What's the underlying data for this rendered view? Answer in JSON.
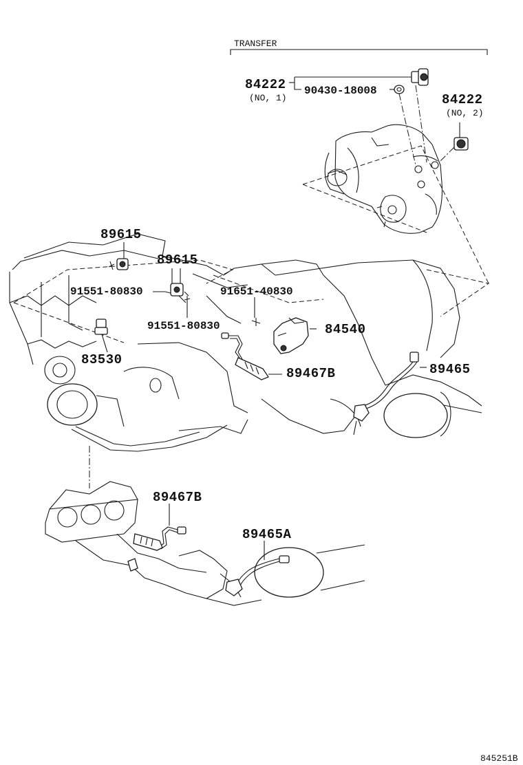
{
  "diagram": {
    "section_label": "TRANSFER",
    "catalog_id": "845251B",
    "parts": {
      "p84222_no1": "84222",
      "p84222_no1_note": "(NO, 1)",
      "p90430": "90430-18008",
      "p84222_no2": "84222",
      "p84222_no2_note": "(NO, 2)",
      "p89615_a": "89615",
      "p89615_b": "89615",
      "p91551_a": "91551-80830",
      "p91651": "91651-40830",
      "p91551_b": "91551-80830",
      "p84540": "84540",
      "p83530": "83530",
      "p89467b_a": "89467B",
      "p89465": "89465",
      "p89467b_b": "89467B",
      "p89465a": "89465A"
    }
  }
}
